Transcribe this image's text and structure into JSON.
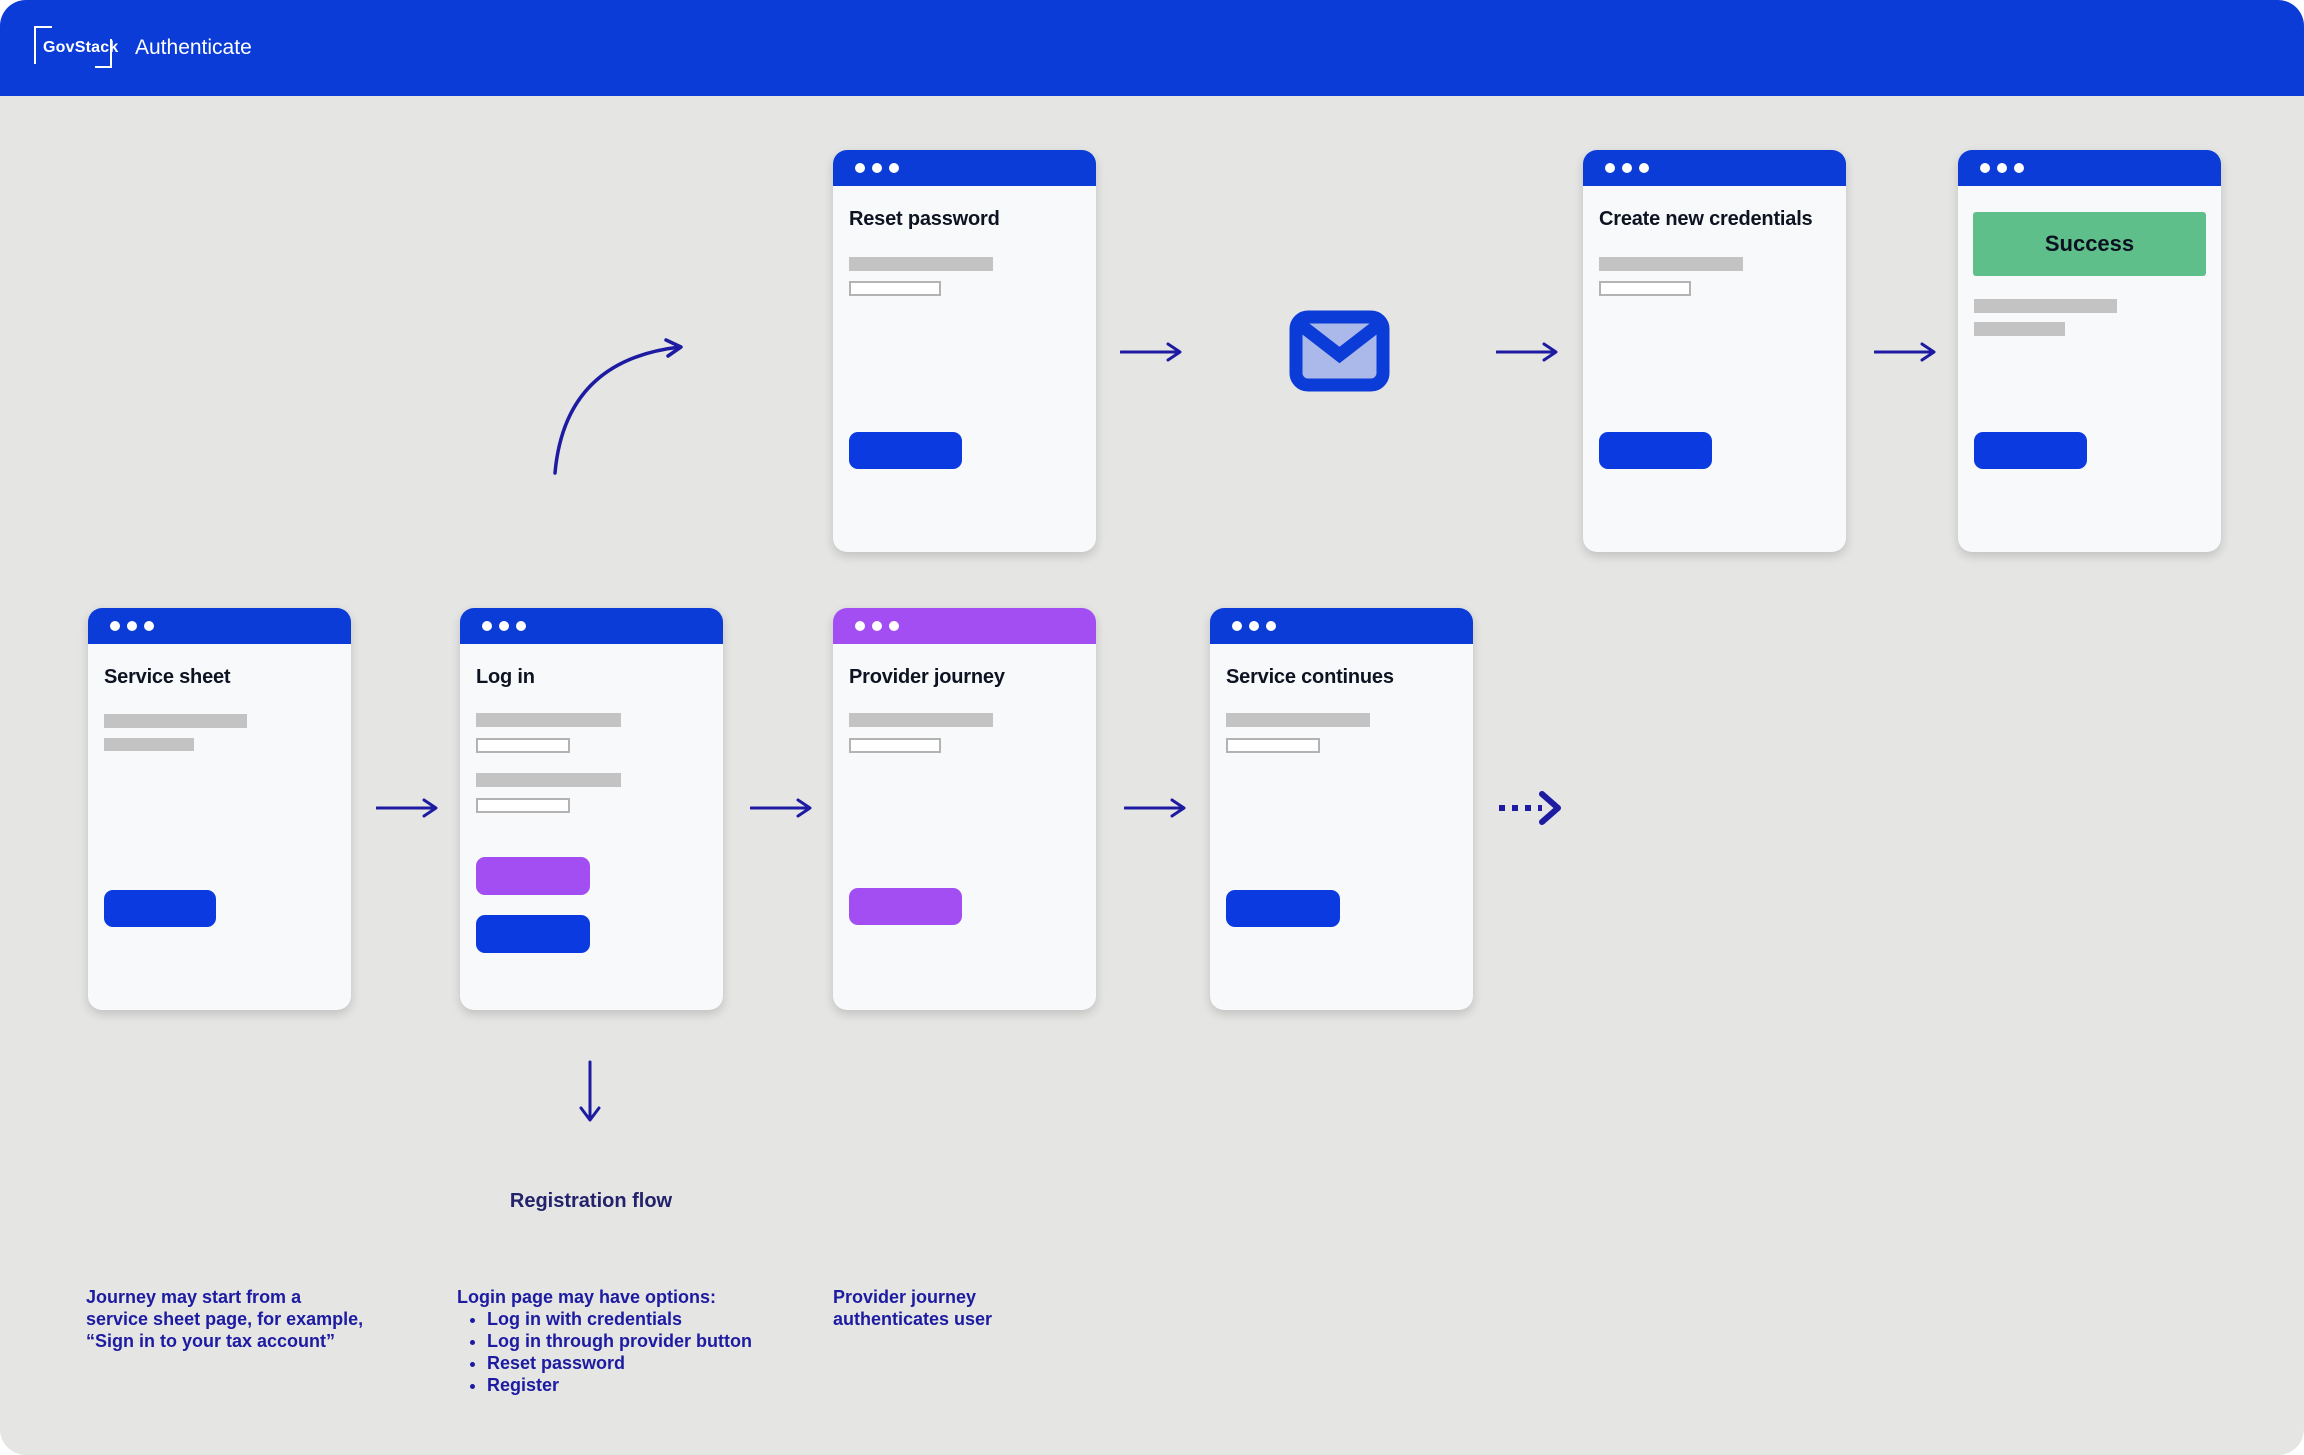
{
  "header": {
    "logo_text": "GovStack",
    "app_title": "Authenticate"
  },
  "windows": {
    "reset_password": {
      "title": "Reset password"
    },
    "create_credentials": {
      "title": "Create new credentials"
    },
    "success": {
      "banner_label": "Success"
    },
    "service_sheet": {
      "title": "Service sheet"
    },
    "log_in": {
      "title": "Log in"
    },
    "provider_journey": {
      "title": "Provider journey"
    },
    "service_continues": {
      "title": "Service continues"
    }
  },
  "flow_labels": {
    "registration_flow": "Registration flow"
  },
  "annotations": {
    "journey_start": {
      "lines": [
        "Journey may start from a",
        "service sheet page, for example,",
        "“Sign in to your tax account”"
      ]
    },
    "login_options": {
      "heading": "Login page may have options:",
      "items": [
        "Log in with credentials",
        "Log in through provider button",
        "Reset password",
        "Register"
      ]
    },
    "provider_auth": {
      "lines": [
        "Provider journey",
        "authenticates user"
      ]
    }
  },
  "icons": {
    "email": "envelope-icon",
    "window_controls": "three-dots-icon",
    "straight_arrow": "arrow-right-icon",
    "curved_arrow": "arrow-curved-icon",
    "down_arrow": "arrow-down-icon",
    "dashed_arrow": "arrow-dashed-right-icon"
  },
  "colors": {
    "brand_blue": "#0b3cd7",
    "button_blue": "#0b3be0",
    "accent_purple": "#a24ef2",
    "success_green": "#5fbf8a",
    "annotation_navy": "#1c1ba1",
    "flow_label_navy": "#23226b",
    "bar_gray": "#c3c3c3",
    "window_bg": "#f8f9fb",
    "page_bg": "#e5e5e4",
    "envelope_fill": "#aab8ea"
  }
}
